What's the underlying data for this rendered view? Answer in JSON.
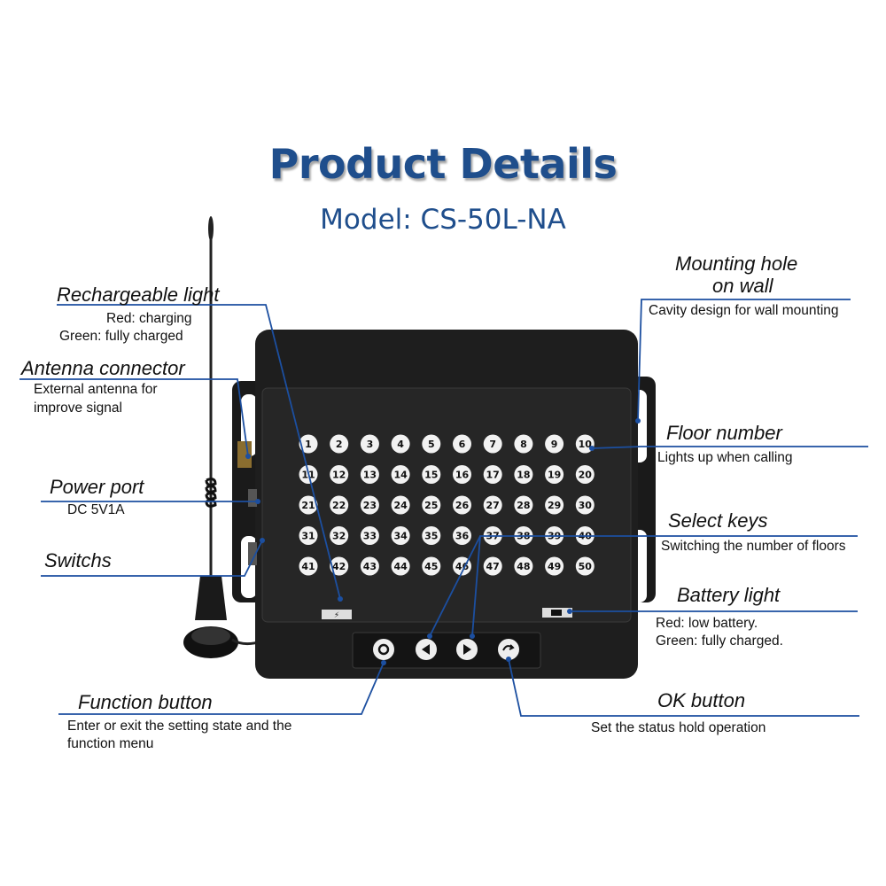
{
  "title": "Product Details",
  "subtitle": "Model: CS-50L-NA",
  "callouts": {
    "rechargeable_light": {
      "heading": "Rechargeable light",
      "desc1": "Red: charging",
      "desc2": "Green: fully charged"
    },
    "antenna_connector": {
      "heading": "Antenna connector",
      "desc1": "External antenna for",
      "desc2": "improve signal"
    },
    "power_port": {
      "heading": "Power port",
      "desc1": "DC 5V1A"
    },
    "switchs": {
      "heading": "Switchs"
    },
    "function_button": {
      "heading": "Function button",
      "desc1": "Enter or exit the setting state and the",
      "desc2": "function menu"
    },
    "mounting_hole": {
      "heading1": "Mounting hole",
      "heading2": "on wall",
      "desc1": "Cavity design for wall mounting"
    },
    "floor_number": {
      "heading": "Floor number",
      "desc1": "Lights up when calling"
    },
    "select_keys": {
      "heading": "Select keys",
      "desc1": "Switching the number of floors"
    },
    "battery_light": {
      "heading": "Battery light",
      "desc1": "Red: low battery.",
      "desc2": "Green: fully charged."
    },
    "ok_button": {
      "heading": "OK button",
      "desc1": "Set the status hold operation"
    }
  },
  "floor_keys": [
    "1",
    "2",
    "3",
    "4",
    "5",
    "6",
    "7",
    "8",
    "9",
    "10",
    "11",
    "12",
    "13",
    "14",
    "15",
    "16",
    "17",
    "18",
    "19",
    "20",
    "21",
    "22",
    "23",
    "24",
    "25",
    "26",
    "27",
    "28",
    "29",
    "30",
    "31",
    "32",
    "33",
    "34",
    "35",
    "36",
    "37",
    "38",
    "39",
    "40",
    "41",
    "42",
    "43",
    "44",
    "45",
    "46",
    "47",
    "48",
    "49",
    "50"
  ],
  "colors": {
    "accent": "#1f4e8c",
    "leader": "#1c4fa0",
    "device": "#1e1e1e"
  },
  "icons": [
    "gear-icon",
    "left-arrow-icon",
    "right-arrow-icon",
    "ok-icon",
    "battery-icon",
    "charging-icon"
  ]
}
